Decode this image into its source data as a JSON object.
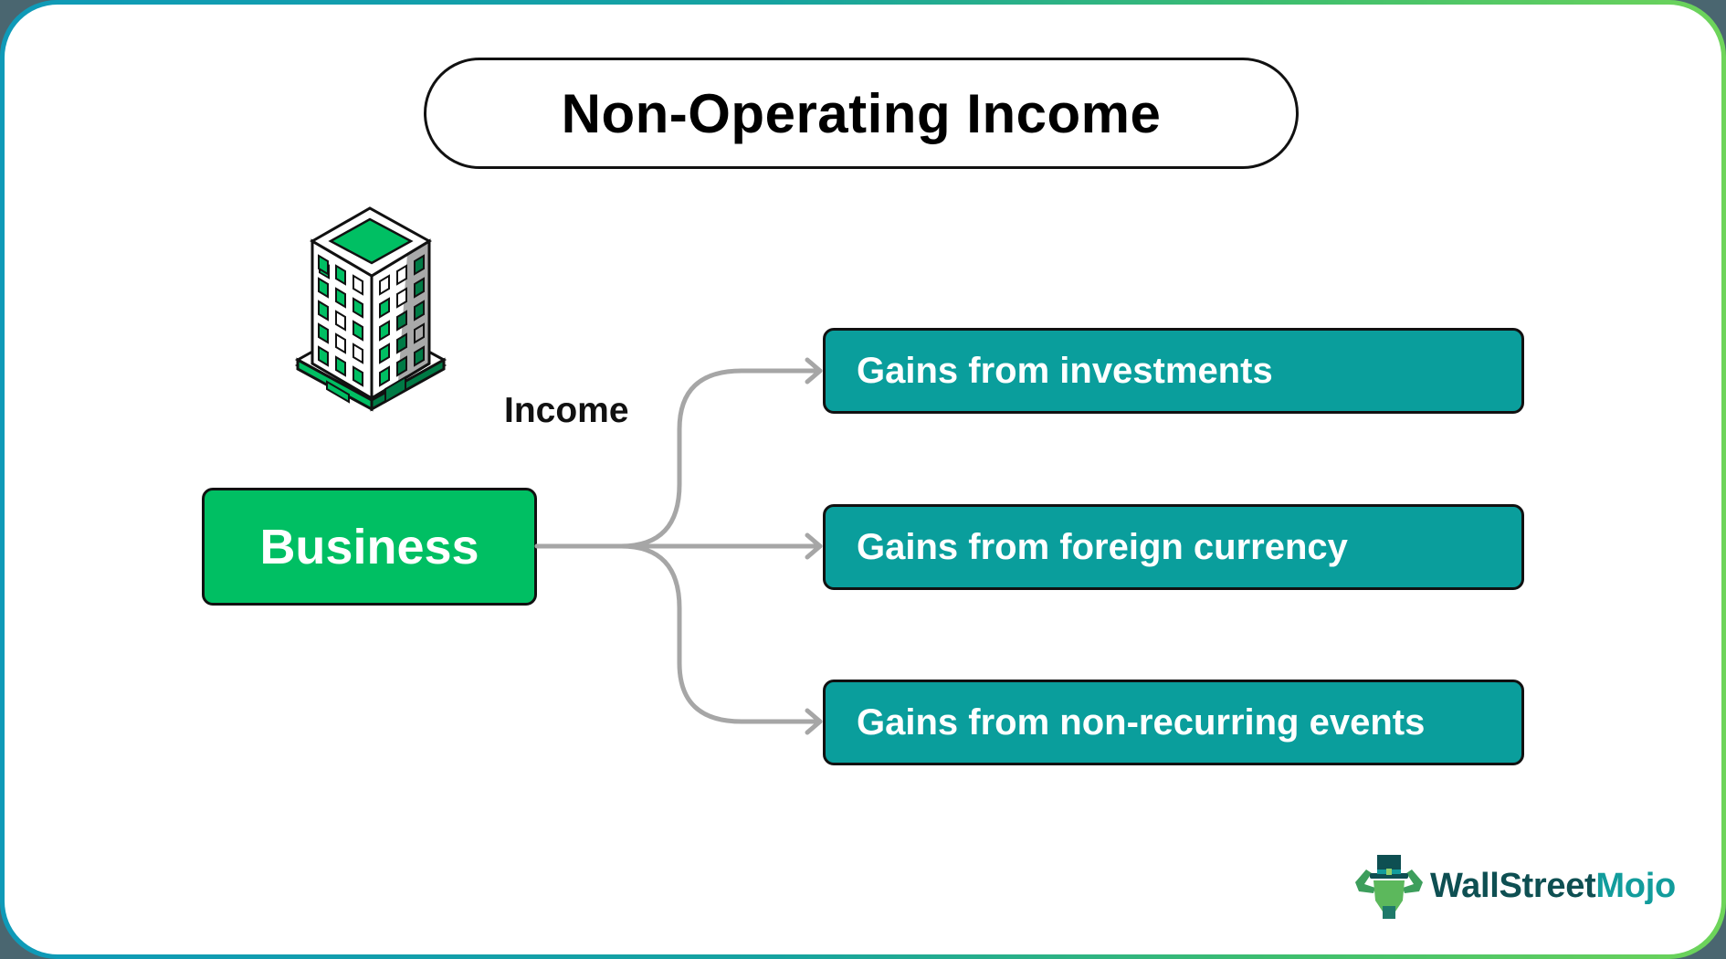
{
  "title": "Non-Operating Income",
  "diagram": {
    "source": {
      "label": "Business",
      "icon": "office-building-icon",
      "color": "#00bf63"
    },
    "edge_label": "Income",
    "targets": [
      {
        "label": "Gains from investments"
      },
      {
        "label": "Gains from foreign currency"
      },
      {
        "label": "Gains from non-recurring events"
      }
    ],
    "target_color": "#0a9e9c",
    "arrow_color": "#a6a6a6"
  },
  "brand": {
    "name_part1": "WallStreet",
    "name_part2": "Mojo",
    "icon": "bull-mascot-icon"
  }
}
